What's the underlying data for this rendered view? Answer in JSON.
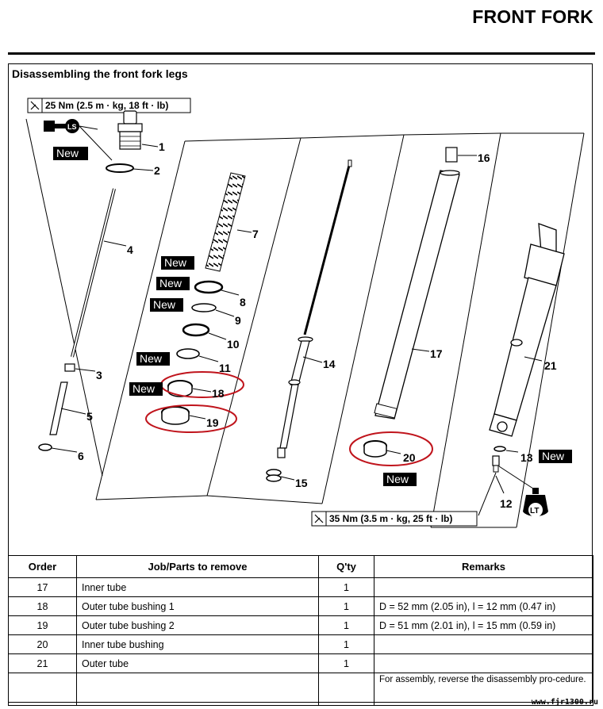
{
  "header": {
    "title": "FRONT FORK"
  },
  "section": {
    "title": "Disassembling the front fork legs"
  },
  "diagram": {
    "torque_top": "25 Nm (2.5 m · kg, 18 ft · lb)",
    "torque_bottom": "35 Nm (3.5 m · kg, 25 ft · lb)",
    "lubricant_ls": "LS",
    "locktite_lt": "LT",
    "new_label": "New",
    "callouts": [
      "1",
      "2",
      "3",
      "4",
      "5",
      "6",
      "7",
      "8",
      "9",
      "10",
      "11",
      "12",
      "13",
      "14",
      "15",
      "16",
      "17",
      "18",
      "19",
      "20",
      "21"
    ]
  },
  "table": {
    "headers": [
      "Order",
      "Job/Parts to remove",
      "Q'ty",
      "Remarks"
    ],
    "rows": [
      {
        "order": "17",
        "part": "Inner tube",
        "qty": "1",
        "remarks": ""
      },
      {
        "order": "18",
        "part": "Outer tube bushing 1",
        "qty": "1",
        "remarks": "D = 52 mm (2.05 in), l = 12 mm (0.47 in)"
      },
      {
        "order": "19",
        "part": "Outer tube bushing 2",
        "qty": "1",
        "remarks": "D = 51 mm (2.01 in), l = 15 mm (0.59 in)"
      },
      {
        "order": "20",
        "part": "Inner tube bushing",
        "qty": "1",
        "remarks": ""
      },
      {
        "order": "21",
        "part": "Outer tube",
        "qty": "1",
        "remarks": ""
      },
      {
        "order": "",
        "part": "",
        "qty": "",
        "remarks": "For assembly, reverse the disassembly pro-cedure."
      }
    ]
  },
  "watermark": "www.fjr1300.ru"
}
